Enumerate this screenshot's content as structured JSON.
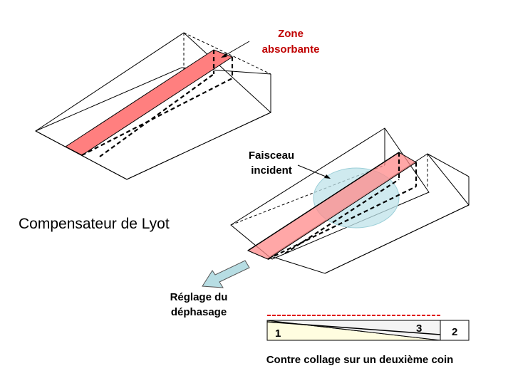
{
  "labels": {
    "absorbing_zone_line1": "Zone",
    "absorbing_zone_line2": "absorbante",
    "incident_beam_line1": "Faisceau",
    "incident_beam_line2": "incident",
    "title": "Compensateur de Lyot",
    "phase_adjust_line1": "Réglage du",
    "phase_adjust_line2": "déphasage",
    "caption": "Contre collage sur un deuxième coin",
    "region_1": "1",
    "region_2": "2",
    "region_3": "3"
  },
  "colors": {
    "absorbing_zone": "#ff7f7f",
    "beam": "#bfe3ea",
    "arrow": "#b7dde3",
    "wedge_fill": "#fffde0",
    "red_line": "#e00000",
    "label_red": "#c00000"
  }
}
